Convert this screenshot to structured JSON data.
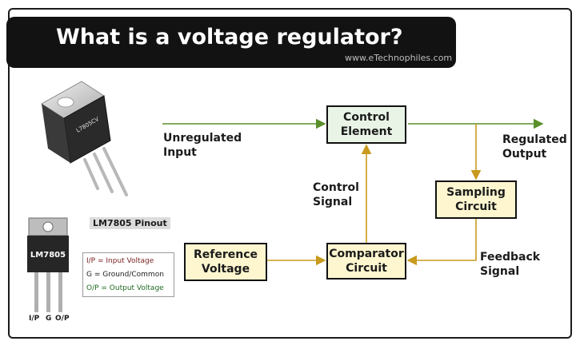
{
  "header": {
    "title": "What is a voltage regulator?",
    "website": "www.eTechnophiles.com"
  },
  "colors": {
    "banner": "#121212",
    "block_fill": "#fdf6cf",
    "control_fill": "#e9f4e6",
    "green_line": "#5a8f2a",
    "gold_line": "#c89a1d"
  },
  "diagram": {
    "blocks": {
      "control_element": "Control\nElement",
      "sampling_circuit": "Sampling\nCircuit",
      "comparator_circuit": "Comparator\nCircuit",
      "reference_voltage": "Reference\nVoltage"
    },
    "labels": {
      "unregulated_input": "Unregulated\nInput",
      "regulated_output": "Regulated\nOutput",
      "control_signal": "Control\nSignal",
      "feedback_signal": "Feedback\nSignal"
    }
  },
  "pinout": {
    "title": "LM7805 Pinout",
    "chip_label": "LM7805",
    "chip_photo_text": "L7805CV",
    "legend": [
      {
        "text": "I/P = Input Voltage",
        "color": "#7a1f1f"
      },
      {
        "text": "G = Ground/Common",
        "color": "#1b1b1b"
      },
      {
        "text": "O/P = Output Voltage",
        "color": "#1f6b1f"
      }
    ],
    "pins": [
      "I/P",
      "G",
      "O/P"
    ]
  }
}
